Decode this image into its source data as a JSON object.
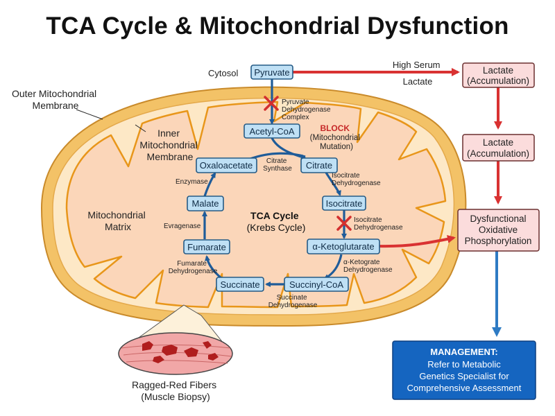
{
  "title": "TCA Cycle & Mitochondrial Dysfunction",
  "labels": {
    "cytosol": "Cytosol",
    "outer_membrane": [
      "Outer Mitochondrial",
      "Membrane"
    ],
    "inner_membrane": [
      "Inner",
      "Mitochondrial",
      "Membrane"
    ],
    "matrix": [
      "Mitochondrial",
      "Matrix"
    ],
    "tca_center": [
      "TCA Cycle",
      "(Krebs Cycle)"
    ],
    "block_title": "BLOCK",
    "block_sub": [
      "(Mitochondrial",
      "Mutation)"
    ],
    "high_serum": [
      "High Serum",
      "Lactate"
    ],
    "ragged": [
      "Ragged-Red Fibers",
      "(Muscle Biopsy)"
    ]
  },
  "nodes": {
    "pyruvate": "Pyruvate",
    "acetyl_coa": "Acetyl-CoA",
    "oxaloacetate": "Oxaloacetate",
    "citrate": "Citrate",
    "isocitrate": "Isocitrate",
    "alpha_kg": "α-Ketoglutarate",
    "succinyl_coa": "Succinyl-CoA",
    "succinate": "Succinate",
    "fumarate": "Fumarate",
    "malate": "Malate"
  },
  "enzymes": {
    "pdh": [
      "Pyruvate",
      "Dehydrogenase",
      "Complex"
    ],
    "citrate_synthase": [
      "Citrate",
      "Synthase"
    ],
    "isocitrate_dh": [
      "Isocitrate",
      "Dehydrogenase"
    ],
    "isocitrate_dh2": [
      "Isocitrate",
      "Dehydrogenase"
    ],
    "akg_dh": [
      "α-Ketograte",
      "Dehydrogenase"
    ],
    "succinate_dh": [
      "Succinate",
      "Dehydrogenase"
    ],
    "fumarate_dh": [
      "Fumarate",
      "Dehydrogenase"
    ],
    "evragenase": "Evragenase",
    "enzymase": "Enzymase"
  },
  "right_panel": {
    "lactate1": [
      "Lactate",
      "(Accumulation)"
    ],
    "lactate2": [
      "Lactate",
      "(Accumulation)"
    ],
    "dysfunctional": [
      "Dysfunctional",
      "Oxidative",
      "Phosphorylation"
    ],
    "management_title": "MANAGEMENT:",
    "management_body": [
      "Refer to Metabolic",
      "Genetics Specialist for",
      "Comprehensive Assessment"
    ]
  },
  "colors": {
    "outer_membrane": "#f3c267",
    "intermembrane": "#fde8c6",
    "matrix": "#fbd6b9",
    "node_fill": "#bfe0f5",
    "node_stroke": "#245a85",
    "cycle_arrow": "#1f5c99",
    "red_arrow": "#d93232",
    "block_text": "#c62828",
    "lactate_fill": "#fbdcdc",
    "management_fill": "#1565c0"
  }
}
